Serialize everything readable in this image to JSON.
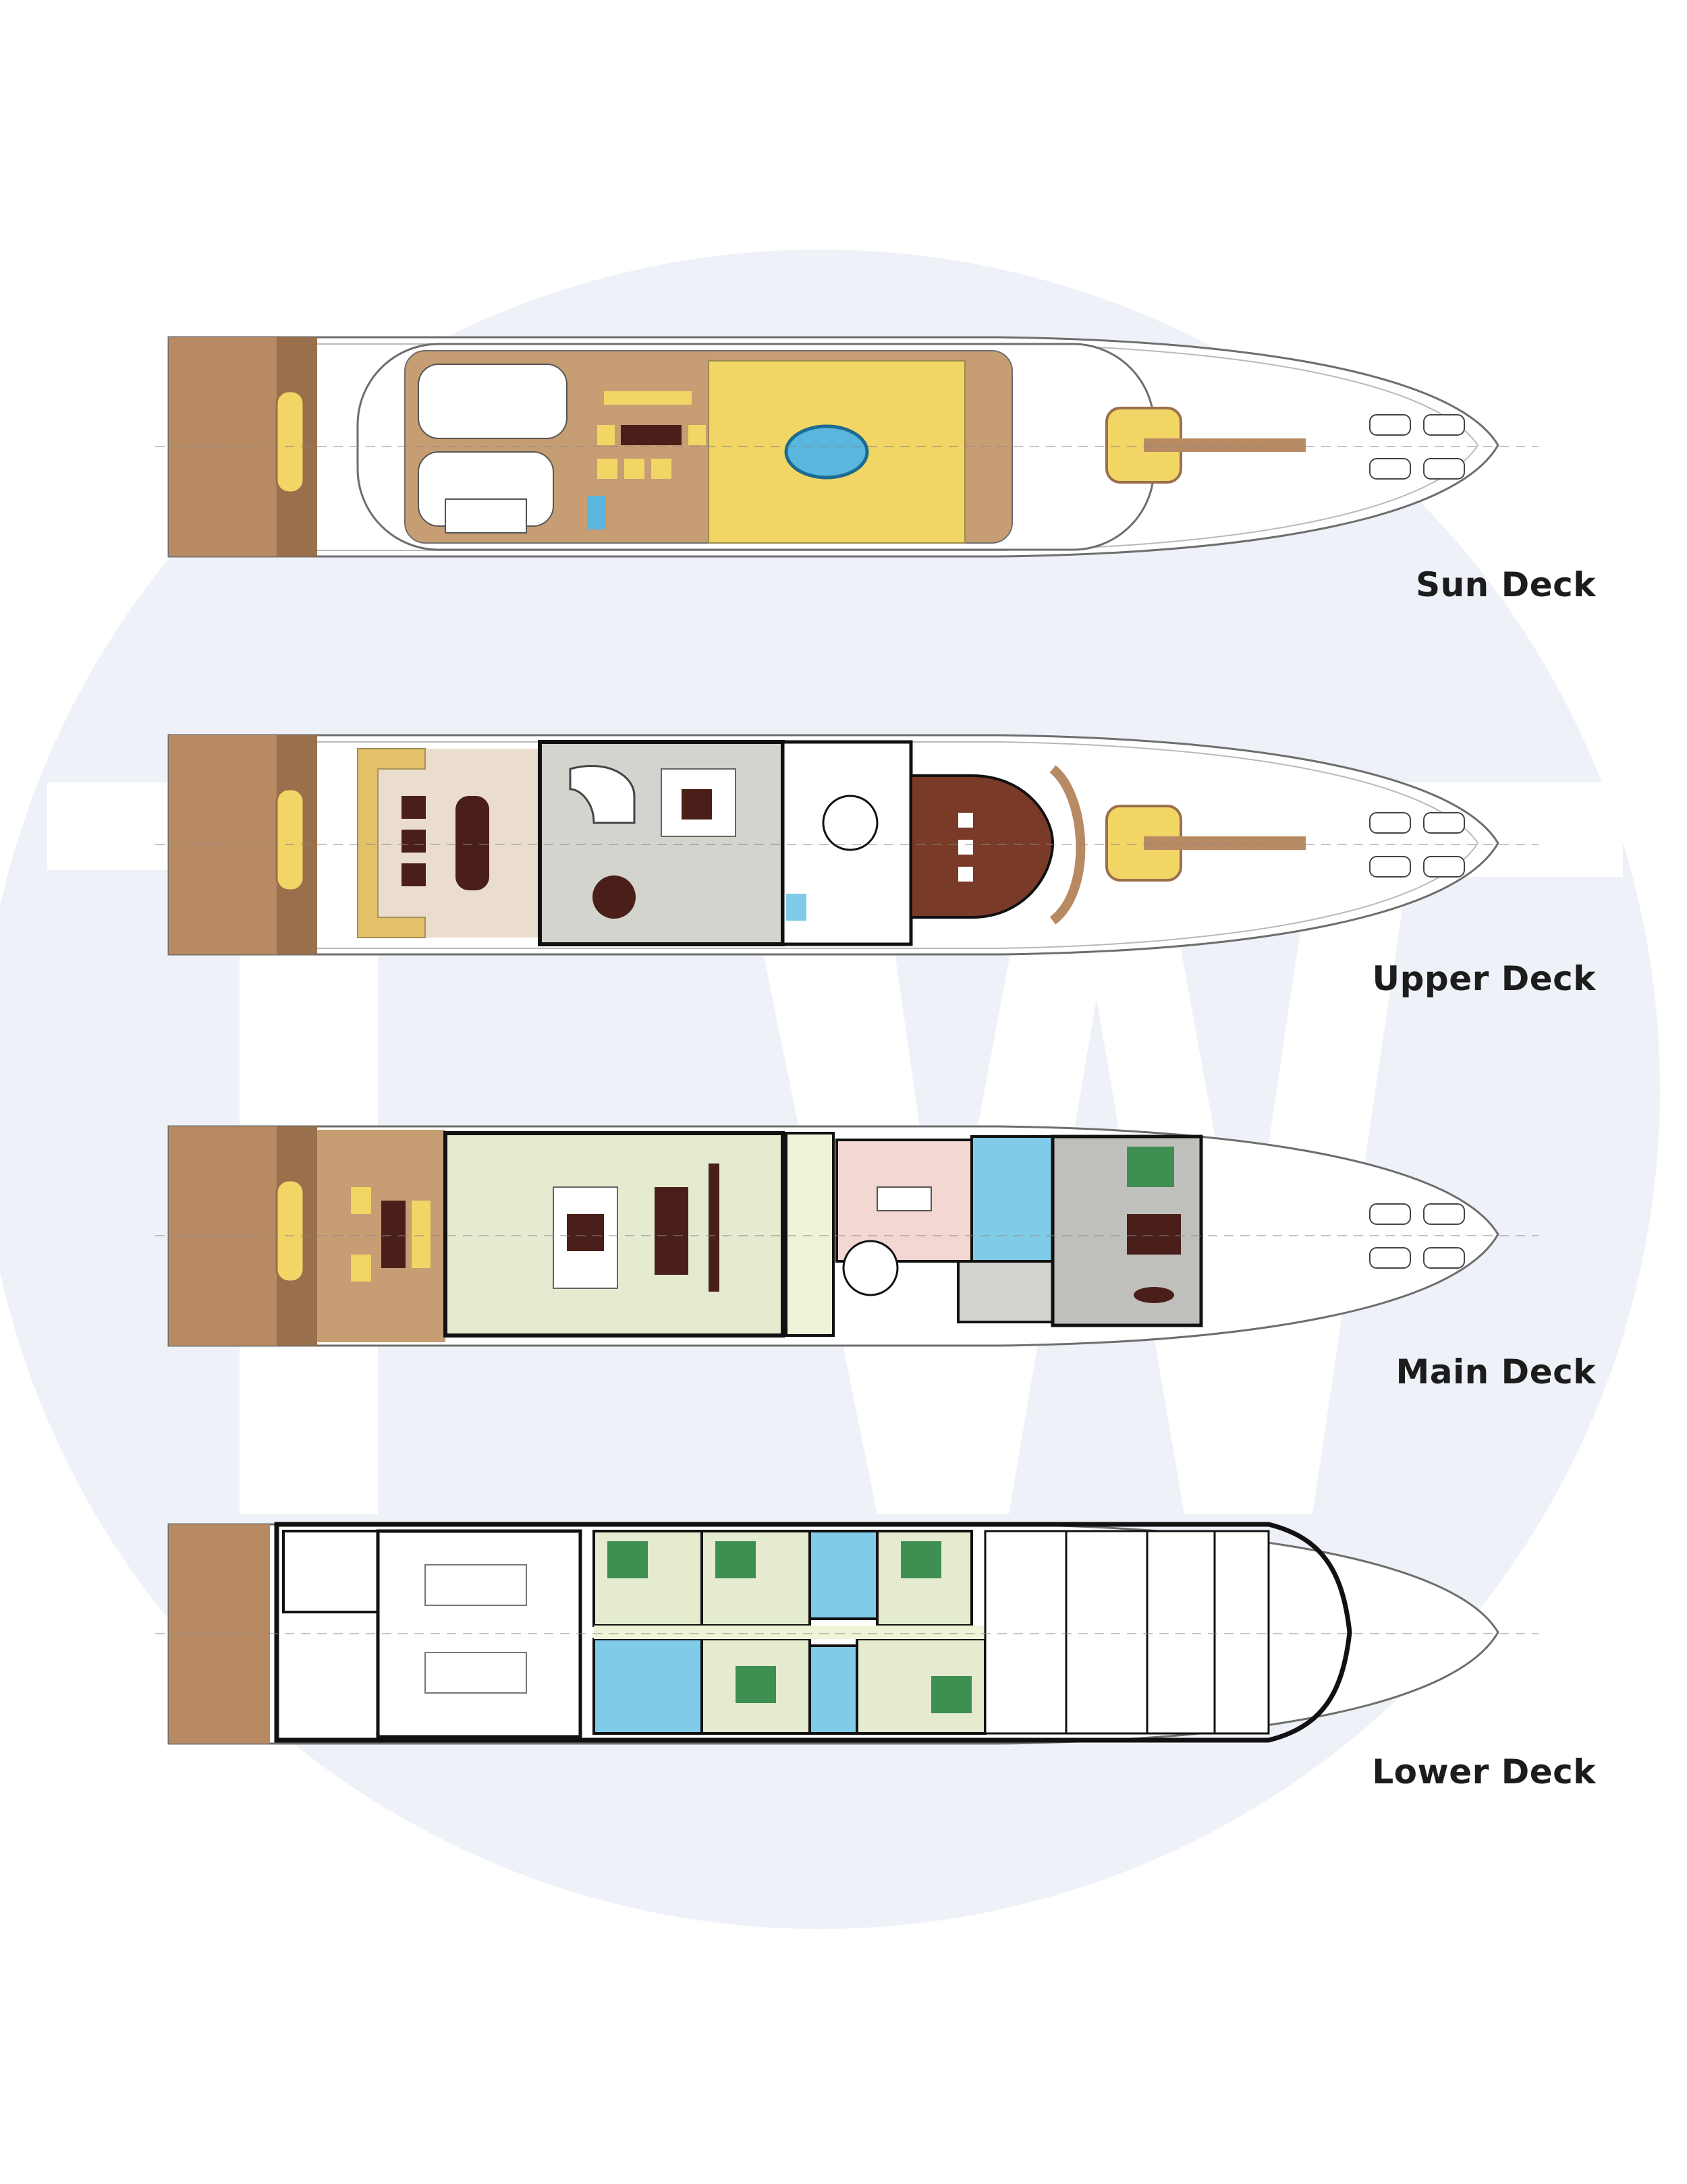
{
  "decks": [
    {
      "id": "sun",
      "label": "Sun Deck"
    },
    {
      "id": "upper",
      "label": "Upper Deck"
    },
    {
      "id": "main",
      "label": "Main Deck"
    },
    {
      "id": "lower",
      "label": "Lower Deck"
    }
  ],
  "watermark": {
    "letters": "TW",
    "circle_color": "#eef2f8",
    "letter_color": "#ffffff"
  },
  "colors": {
    "teak": "#b88a63",
    "teak_dark": "#9a6f4c",
    "cushion_yellow": "#f1d565",
    "pool_blue": "#5ab6df",
    "bathroom_blue": "#7fcbe8",
    "bed_green": "#3f8f52",
    "lounge_grey": "#d4d4cf",
    "saloon_green": "#e4ebcf",
    "galley_pink": "#f3d7d3",
    "furniture_dark": "#4a1f1a",
    "hull_line": "#6e6e6e",
    "wall": "#111111"
  }
}
